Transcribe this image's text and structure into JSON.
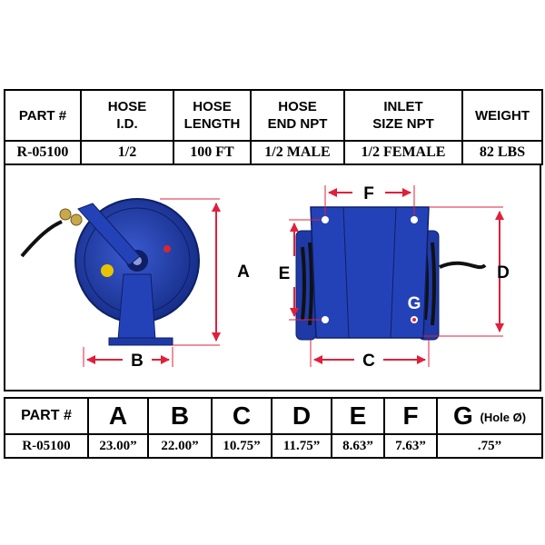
{
  "spec_table": {
    "headers": [
      "PART #",
      "HOSE I.D.",
      "HOSE LENGTH",
      "HOSE END NPT",
      "INLET SIZE NPT",
      "WEIGHT"
    ],
    "row": [
      "R-05100",
      "1/2",
      "100 FT",
      "1/2 MALE",
      "1/2 FEMALE",
      "82 LBS"
    ]
  },
  "diagram": {
    "side_view_labels": {
      "a": "A",
      "b": "B"
    },
    "front_view_labels": {
      "c": "C",
      "d": "D",
      "e": "E",
      "f": "F",
      "g": "G"
    },
    "colors": {
      "reel_blue": "#1f3aa6",
      "dimension_red": "#e0203a",
      "hose_black": "#111111",
      "brass": "#c9a84a"
    }
  },
  "dim_table": {
    "headers": [
      "PART #",
      "A",
      "B",
      "C",
      "D",
      "E",
      "F",
      "G",
      "(Hole Ø)"
    ],
    "row": [
      "R-05100",
      "23.00”",
      "22.00”",
      "10.75”",
      "11.75”",
      "8.63”",
      "7.63”",
      ".75”"
    ]
  }
}
